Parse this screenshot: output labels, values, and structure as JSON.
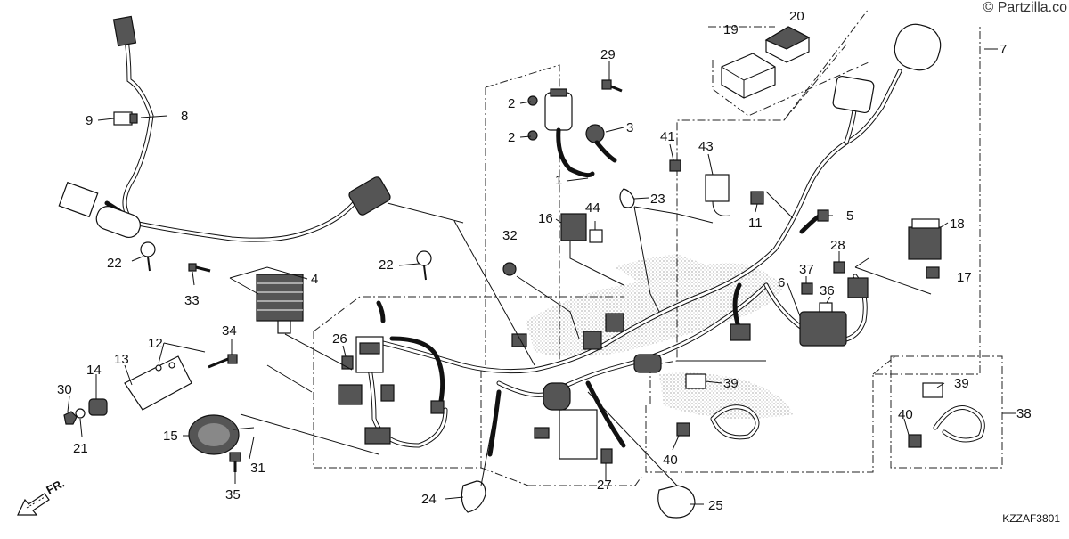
{
  "watermark": "© Partzilla.co",
  "diagram_code": "KZZAF3801",
  "direction_label": "FR.",
  "callouts": [
    "1",
    "2",
    "2",
    "3",
    "4",
    "5",
    "6",
    "7",
    "8",
    "9",
    "11",
    "12",
    "13",
    "14",
    "15",
    "16",
    "17",
    "18",
    "19",
    "20",
    "21",
    "22",
    "22",
    "23",
    "24",
    "25",
    "26",
    "27",
    "28",
    "29",
    "30",
    "31",
    "32",
    "33",
    "34",
    "35",
    "36",
    "37",
    "38",
    "39",
    "39",
    "40",
    "40",
    "41",
    "43",
    "44"
  ]
}
